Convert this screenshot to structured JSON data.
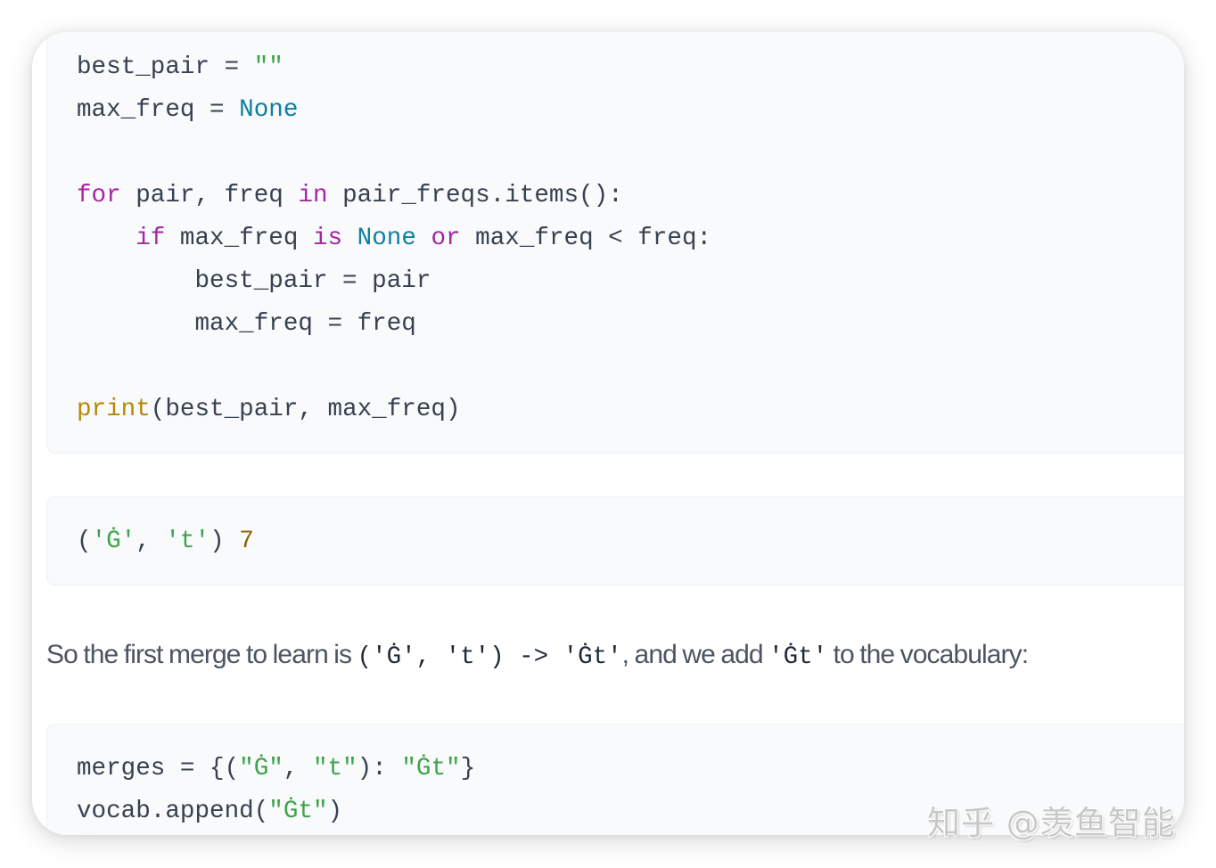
{
  "code_block_1": {
    "lines": [
      [
        {
          "t": "best_pair = ",
          "c": "plain"
        },
        {
          "t": "\"\"",
          "c": "str"
        }
      ],
      [
        {
          "t": "max_freq = ",
          "c": "plain"
        },
        {
          "t": "None",
          "c": "const"
        }
      ],
      [],
      [
        {
          "t": "for",
          "c": "kw"
        },
        {
          "t": " pair, freq ",
          "c": "plain"
        },
        {
          "t": "in",
          "c": "kw"
        },
        {
          "t": " pair_freqs.items():",
          "c": "plain"
        }
      ],
      [
        {
          "t": "    ",
          "c": "plain"
        },
        {
          "t": "if",
          "c": "kw"
        },
        {
          "t": " max_freq ",
          "c": "plain"
        },
        {
          "t": "is",
          "c": "kw"
        },
        {
          "t": " ",
          "c": "plain"
        },
        {
          "t": "None",
          "c": "const"
        },
        {
          "t": " ",
          "c": "plain"
        },
        {
          "t": "or",
          "c": "kw"
        },
        {
          "t": " max_freq < freq:",
          "c": "plain"
        }
      ],
      [
        {
          "t": "        best_pair = pair",
          "c": "plain"
        }
      ],
      [
        {
          "t": "        max_freq = freq",
          "c": "plain"
        }
      ],
      [],
      [
        {
          "t": "print",
          "c": "builtin"
        },
        {
          "t": "(best_pair, max_freq)",
          "c": "plain"
        }
      ]
    ]
  },
  "output_block": {
    "lines": [
      [
        {
          "t": "(",
          "c": "plain"
        },
        {
          "t": "'Ġ'",
          "c": "str"
        },
        {
          "t": ", ",
          "c": "plain"
        },
        {
          "t": "'t'",
          "c": "str"
        },
        {
          "t": ") ",
          "c": "plain"
        },
        {
          "t": "7",
          "c": "num"
        }
      ]
    ]
  },
  "paragraph": {
    "text_1": "So the first merge to learn is ",
    "code_1": "('Ġ', 't') -> 'Ġt'",
    "text_2": ", and we add ",
    "code_2": "'Ġt'",
    "text_3": " to the vocabulary:"
  },
  "code_block_2": {
    "lines": [
      [
        {
          "t": "merges = {(",
          "c": "plain"
        },
        {
          "t": "\"Ġ\"",
          "c": "str"
        },
        {
          "t": ", ",
          "c": "plain"
        },
        {
          "t": "\"t\"",
          "c": "str"
        },
        {
          "t": "): ",
          "c": "plain"
        },
        {
          "t": "\"Ġt\"",
          "c": "str"
        },
        {
          "t": "}",
          "c": "plain"
        }
      ],
      [
        {
          "t": "vocab.append(",
          "c": "plain"
        },
        {
          "t": "\"Ġt\"",
          "c": "str"
        },
        {
          "t": ")",
          "c": "plain"
        }
      ]
    ]
  },
  "watermark": {
    "text": "知乎 @羡鱼智能"
  },
  "colors": {
    "keyword": "#a626a4",
    "constant": "#0e7fa0",
    "builtin": "#b8860b",
    "string": "#3fa34d",
    "number": "#8a6508",
    "text": "#374151",
    "paragraph": "#4b5563",
    "code_bg": "#f9fafb"
  }
}
